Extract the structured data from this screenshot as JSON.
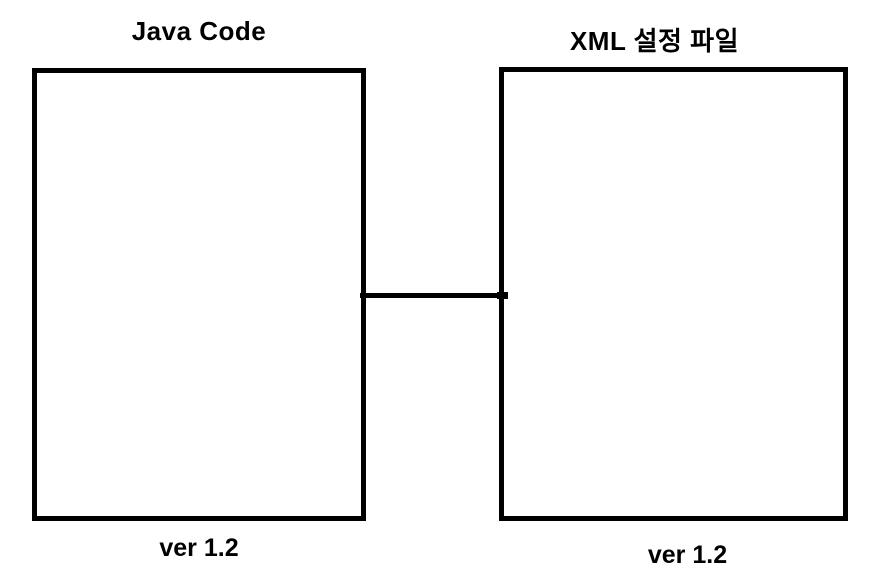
{
  "diagram": {
    "left_box": {
      "title": "Java Code",
      "version": "ver 1.2"
    },
    "right_box": {
      "title": "XML 설정 파일",
      "version": "ver 1.2"
    },
    "connector": {
      "type": "horizontal-line"
    },
    "colors": {
      "background": "#ffffff",
      "stroke": "#000000",
      "text": "#000000"
    }
  }
}
